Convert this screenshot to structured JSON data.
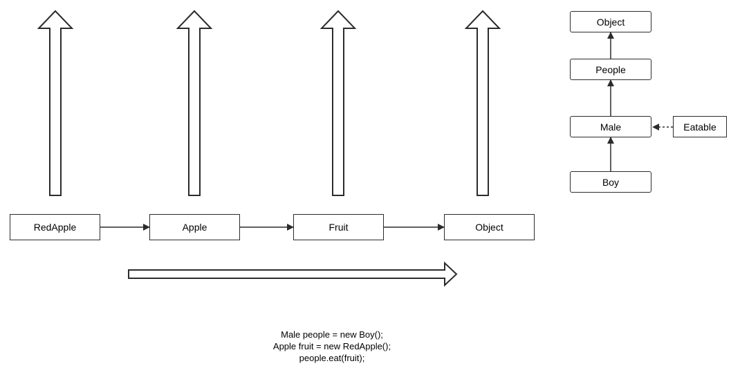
{
  "chain": {
    "nodes": [
      "RedApple",
      "Apple",
      "Fruit",
      "Object"
    ]
  },
  "hierarchy": {
    "object": "Object",
    "people": "People",
    "male": "Male",
    "boy": "Boy",
    "eatable": "Eatable"
  },
  "code": {
    "lines": [
      "Male people = new Boy();",
      "Apple fruit = new RedApple();",
      "people.eat(fruit);"
    ]
  },
  "colors": {
    "stroke": "#2b2b2b",
    "background": "#ffffff",
    "text": "#000000"
  }
}
